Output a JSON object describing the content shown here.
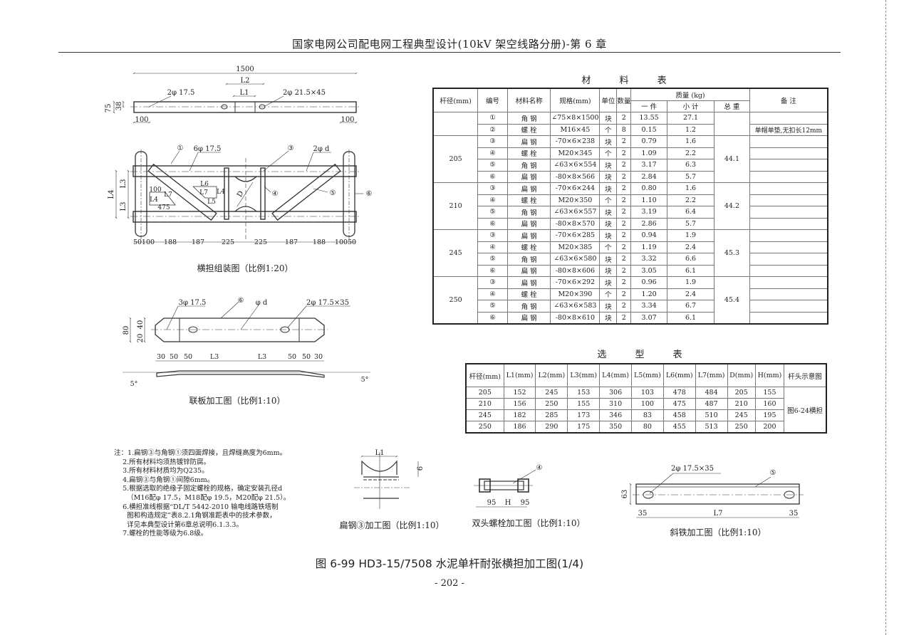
{
  "header": {
    "title": "国家电网公司配电网工程典型设计(10kV 架空线路分册)-第 6 章"
  },
  "drawings": {
    "plan": {
      "d1500": "1500",
      "L2": "L2",
      "L1": "L1",
      "hole_left": "2φ 17.5",
      "hole_right": "2φ 21.5×45",
      "h75": "75",
      "h38": "38",
      "e100a": "100",
      "e100b": "100"
    },
    "assembly": {
      "title": "横担组装图（比例1:20）",
      "n1": "①",
      "holes6": "6φ 17.5",
      "n3": "③",
      "holes_d": "2φ d",
      "n4": "④",
      "n5": "⑤",
      "n6": "⑥",
      "L3a": "L3",
      "L3b": "L3",
      "L4": "L4",
      "D": "D",
      "tri_a": {
        "t100": "100",
        "L7": "L7",
        "L4": "L4",
        "t475": "475"
      },
      "tri_b": {
        "L6": "L6",
        "L7": "L7",
        "L4": "L4",
        "L5": "L5"
      },
      "dims": [
        "50",
        "100",
        "188",
        "187",
        "225",
        "225",
        "187",
        "188",
        "100",
        "50"
      ]
    },
    "plate": {
      "title": "联板加工图（比例1:10）",
      "holes3": "3φ 17.5",
      "n6": "⑥",
      "phid": "φ d",
      "slots": "2φ 17.5×35",
      "h80": "80",
      "h40": "40",
      "h20": "20",
      "dims": [
        "30",
        "50",
        "50",
        "L3",
        "L3",
        "50",
        "50",
        "30"
      ],
      "angle_left": "5°",
      "angle_right": "5°"
    },
    "flat3": {
      "title": "扁钢③加工图（比例1:10）",
      "L1": "L1",
      "t6": "6"
    },
    "stud": {
      "title": "双头螺栓加工图（比例1:10）",
      "n4": "④",
      "d95a": "95",
      "H": "H",
      "d95b": "95"
    },
    "brace": {
      "title": "斜铁加工图（比例1:10）",
      "slots": "2φ 17.5×35",
      "n5": "⑤",
      "h63": "63",
      "d35a": "35",
      "L7": "L7",
      "d35b": "35"
    }
  },
  "materials_table": {
    "title": "材  料  表",
    "headers": {
      "pole": "杆径(mm)",
      "no": "编号",
      "name": "材料名称",
      "spec": "规格(mm)",
      "unit": "单位",
      "qty": "数量",
      "mass": "质量 (kg)",
      "each": "一 件",
      "sub": "小 计",
      "total": "总 重",
      "remark": "备 注"
    },
    "groups": [
      {
        "pole": "",
        "total": "",
        "rows": [
          {
            "no": "①",
            "name": "角  钢",
            "spec": "∠75×8×1500",
            "unit": "块",
            "qty": "2",
            "each": "13.55",
            "sub": "27.1",
            "remark": ""
          },
          {
            "no": "②",
            "name": "螺  栓",
            "spec": "M16×45",
            "unit": "个",
            "qty": "8",
            "each": "0.15",
            "sub": "1.2",
            "remark": "单帽单垫,无扣长12mm"
          }
        ]
      },
      {
        "pole": "205",
        "total": "44.1",
        "rows": [
          {
            "no": "③",
            "name": "扁  钢",
            "spec": "-70×6×238",
            "unit": "块",
            "qty": "2",
            "each": "0.79",
            "sub": "1.6",
            "remark": ""
          },
          {
            "no": "④",
            "name": "螺  栓",
            "spec": "M20×345",
            "unit": "个",
            "qty": "2",
            "each": "1.09",
            "sub": "2.2",
            "remark": ""
          },
          {
            "no": "⑤",
            "name": "角  钢",
            "spec": "∠63×6×554",
            "unit": "块",
            "qty": "2",
            "each": "3.17",
            "sub": "6.3",
            "remark": ""
          },
          {
            "no": "⑥",
            "name": "扁  钢",
            "spec": "-80×8×566",
            "unit": "块",
            "qty": "2",
            "each": "2.84",
            "sub": "5.7",
            "remark": ""
          }
        ]
      },
      {
        "pole": "210",
        "total": "44.2",
        "rows": [
          {
            "no": "③",
            "name": "扁  钢",
            "spec": "-70×6×244",
            "unit": "块",
            "qty": "2",
            "each": "0.80",
            "sub": "1.6",
            "remark": ""
          },
          {
            "no": "④",
            "name": "螺  栓",
            "spec": "M20×350",
            "unit": "个",
            "qty": "2",
            "each": "1.10",
            "sub": "2.2",
            "remark": ""
          },
          {
            "no": "⑤",
            "name": "角  钢",
            "spec": "∠63×6×557",
            "unit": "块",
            "qty": "2",
            "each": "3.19",
            "sub": "6.4",
            "remark": ""
          },
          {
            "no": "⑥",
            "name": "扁  钢",
            "spec": "-80×8×570",
            "unit": "块",
            "qty": "2",
            "each": "2.86",
            "sub": "5.7",
            "remark": ""
          }
        ]
      },
      {
        "pole": "245",
        "total": "45.3",
        "rows": [
          {
            "no": "③",
            "name": "扁  钢",
            "spec": "-70×6×285",
            "unit": "块",
            "qty": "2",
            "each": "0.94",
            "sub": "1.9",
            "remark": ""
          },
          {
            "no": "④",
            "name": "螺  栓",
            "spec": "M20×385",
            "unit": "个",
            "qty": "2",
            "each": "1.19",
            "sub": "2.4",
            "remark": ""
          },
          {
            "no": "⑤",
            "name": "角  钢",
            "spec": "∠63×6×580",
            "unit": "块",
            "qty": "2",
            "each": "3.32",
            "sub": "6.6",
            "remark": ""
          },
          {
            "no": "⑥",
            "name": "扁  钢",
            "spec": "-80×8×606",
            "unit": "块",
            "qty": "2",
            "each": "3.05",
            "sub": "6.1",
            "remark": ""
          }
        ]
      },
      {
        "pole": "250",
        "total": "45.4",
        "rows": [
          {
            "no": "③",
            "name": "扁  钢",
            "spec": "-70×6×292",
            "unit": "块",
            "qty": "2",
            "each": "0.96",
            "sub": "1.9",
            "remark": ""
          },
          {
            "no": "④",
            "name": "螺  栓",
            "spec": "M20×390",
            "unit": "个",
            "qty": "2",
            "each": "1.20",
            "sub": "2.4",
            "remark": ""
          },
          {
            "no": "⑤",
            "name": "角  钢",
            "spec": "∠63×6×583",
            "unit": "块",
            "qty": "2",
            "each": "3.34",
            "sub": "6.7",
            "remark": ""
          },
          {
            "no": "⑥",
            "name": "扁  钢",
            "spec": "-80×8×610",
            "unit": "块",
            "qty": "2",
            "each": "3.07",
            "sub": "6.1",
            "remark": ""
          }
        ]
      }
    ]
  },
  "selection_table": {
    "title": "选  型  表",
    "headers": [
      "杆径(mm)",
      "L1(mm)",
      "L2(mm)",
      "L3(mm)",
      "L4(mm)",
      "L5(mm)",
      "L6(mm)",
      "L7(mm)",
      "D(mm)",
      "H(mm)",
      "杆头示意图"
    ],
    "rows": [
      [
        "205",
        "152",
        "245",
        "153",
        "306",
        "103",
        "478",
        "484",
        "205",
        "155"
      ],
      [
        "210",
        "156",
        "250",
        "155",
        "310",
        "100",
        "475",
        "487",
        "210",
        "160"
      ],
      [
        "245",
        "182",
        "285",
        "173",
        "346",
        "83",
        "458",
        "510",
        "245",
        "195"
      ],
      [
        "250",
        "186",
        "290",
        "175",
        "350",
        "80",
        "455",
        "513",
        "250",
        "200"
      ]
    ],
    "head_ref": "图6-24横担"
  },
  "notes": [
    "注：1.扁钢③与角钢①须四面焊接，且焊缝高度为6mm。",
    "    2.所有材料均须热镀锌防腐。",
    "    3.所有材料材质均为Q235。",
    "    4.扁钢③与角钢①间隙6mm。",
    "    5.根据选取的绝缘子固定螺栓的规格，确定安装孔径d",
    "      （M16配φ 17.5，M18配φ 19.5，M20配φ 21.5）。",
    "    6.横担准线根据“DL/T 5442-2010 输电线路铁塔制",
    "      图和构造规定”表8.2.1角钢准距表中的技术参数，",
    "      详见本典型设计第6章总说明6.1.3.3。",
    "    7.螺栓的性能等级为6.8级。"
  ],
  "caption": "图 6-99   HD3-15/7508 水泥单杆耐张横担加工图(1/4)",
  "page_number": "- 202 -"
}
